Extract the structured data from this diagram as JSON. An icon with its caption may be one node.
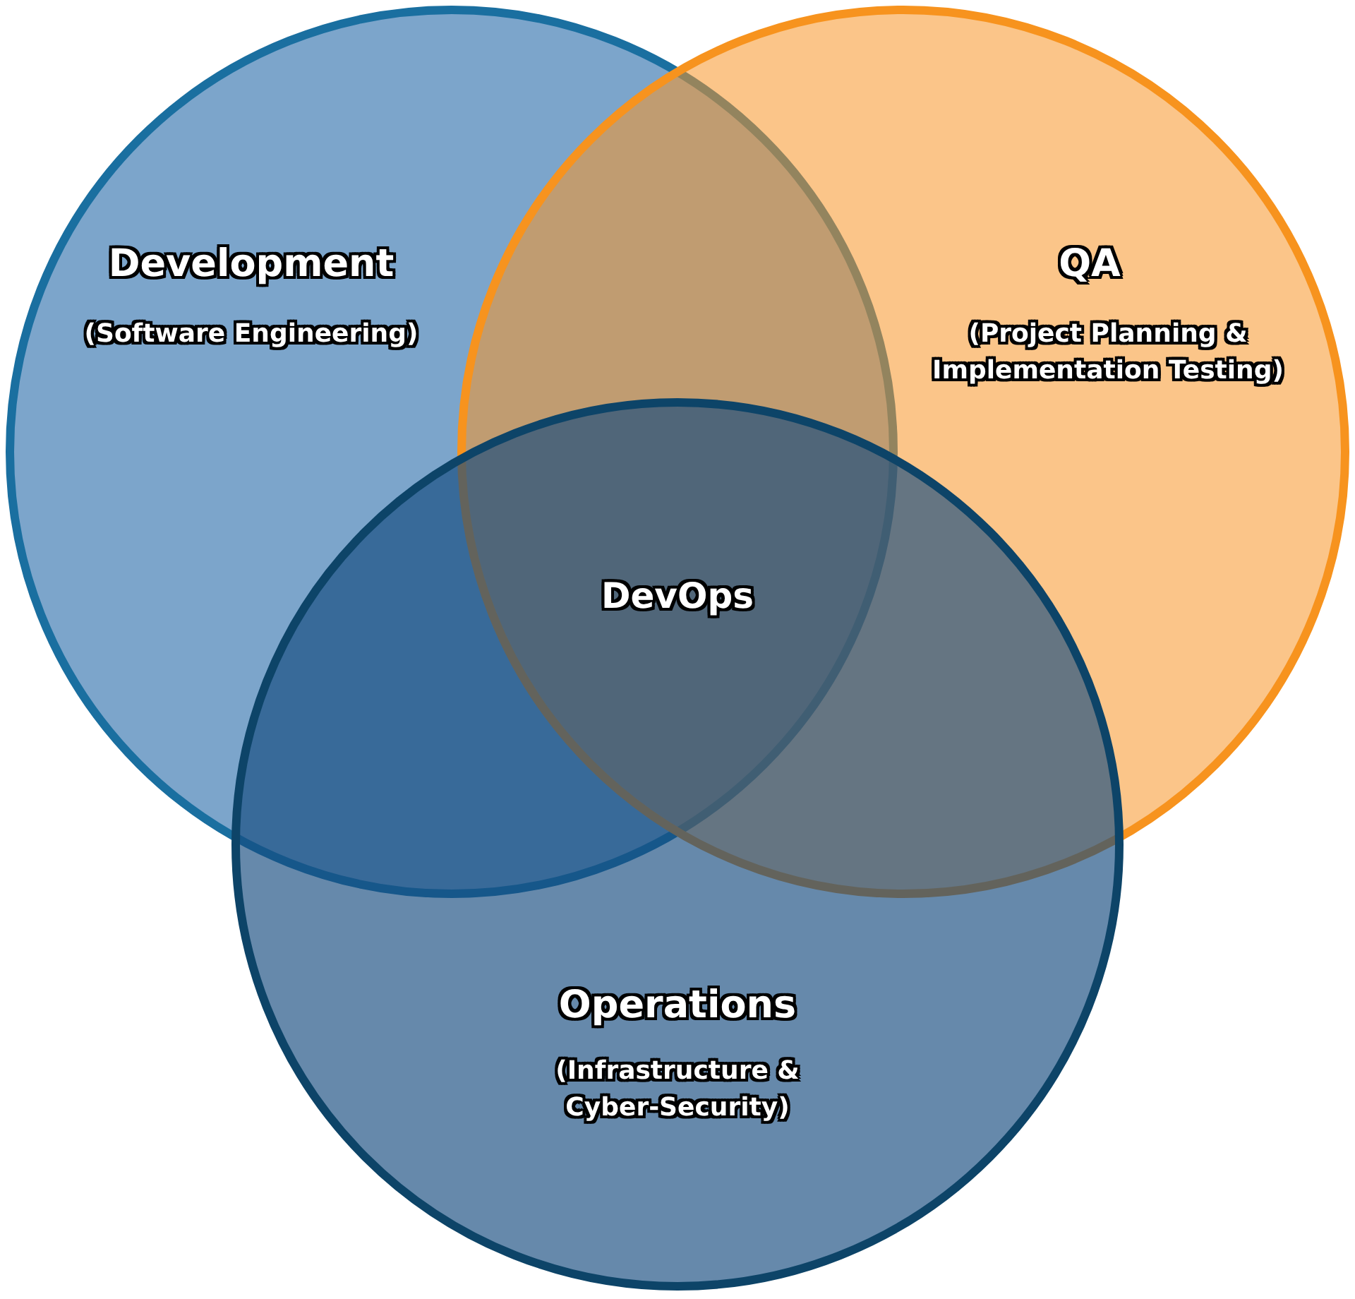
{
  "diagram": {
    "nodes": [
      {
        "text": [
          "Development",
          "(Software Engineering)"
        ]
      },
      {
        "text": [
          "QA",
          "(Project Planning & Implementation Testing)"
        ]
      },
      {
        "text": [
          "Operations",
          "(Infrastructure & Cyber-Security)"
        ]
      }
    ],
    "edges": [],
    "labels": [
      "DevOps"
    ]
  }
}
